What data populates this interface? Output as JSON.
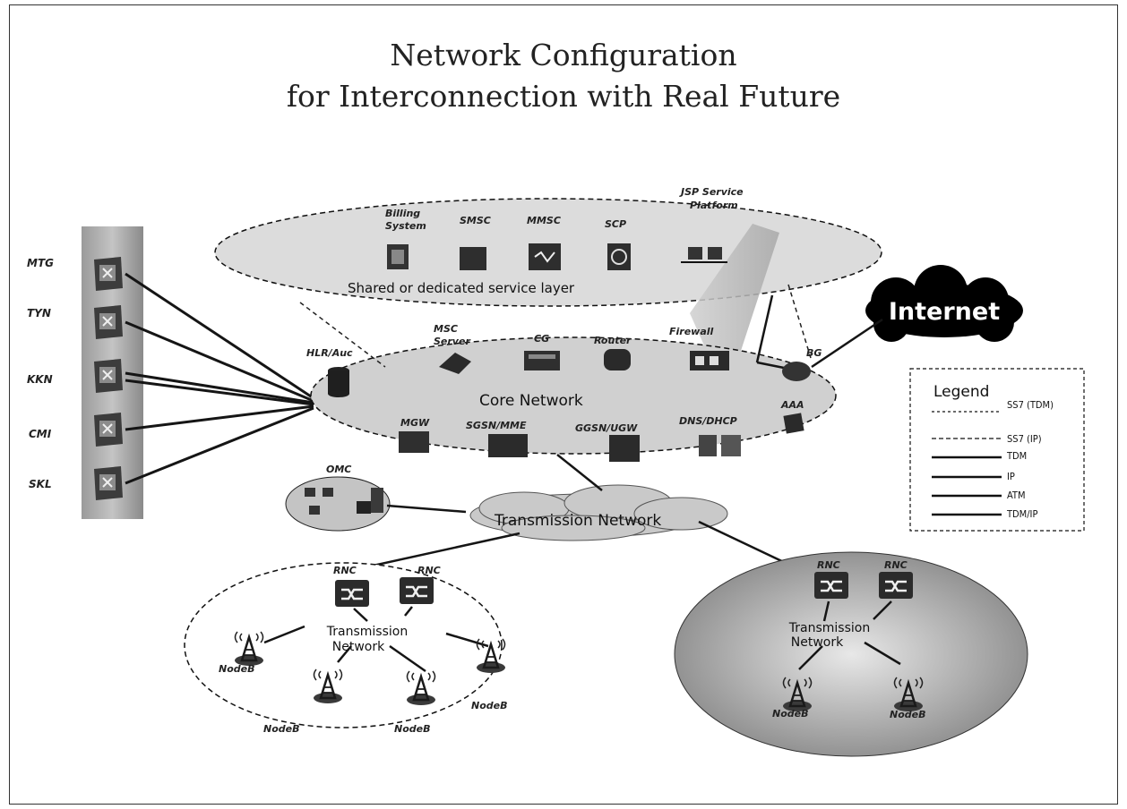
{
  "title": {
    "line1": "Network Configuration",
    "line2": "for Interconnection with Real Future"
  },
  "sites": [
    "MTG",
    "TYN",
    "KKN",
    "CMI",
    "SKL"
  ],
  "service_layer": {
    "label": "Shared or dedicated service layer",
    "nodes": [
      "Billing",
      "System",
      "SMSC",
      "MMSC",
      "SCP",
      "JSP Service",
      "Platform"
    ]
  },
  "core": {
    "label": "Core Network",
    "nodes": [
      "HLR/Auc",
      "MSC",
      "Server",
      "CG",
      "Router",
      "Firewall",
      "BG",
      "AAA",
      "MGW",
      "SGSN/MME",
      "GGSN/UGW",
      "DNS/DHCP"
    ]
  },
  "internet": "Internet",
  "omc": "OMC",
  "transmission": "Transmission Network",
  "access_left": {
    "rnc": [
      "RNC",
      "RNC"
    ],
    "transmission": [
      "Transmission",
      "Network"
    ],
    "nodeb": [
      "NodeB",
      "NodeB",
      "NodeB",
      "NodeB"
    ]
  },
  "access_right": {
    "rnc": [
      "RNC",
      "RNC"
    ],
    "transmission": [
      "Transmission",
      "Network"
    ],
    "nodeb": [
      "NodeB",
      "NodeB"
    ]
  },
  "legend": {
    "title": "Legend",
    "items": [
      "SS7 (TDM)",
      "SS7 (IP)",
      "TDM",
      "IP",
      "ATM",
      "TDM/IP"
    ]
  },
  "colors": {
    "line": "#1a1a1a",
    "internet_cloud": "#000000",
    "gray_fill": "#c8c8c8"
  }
}
